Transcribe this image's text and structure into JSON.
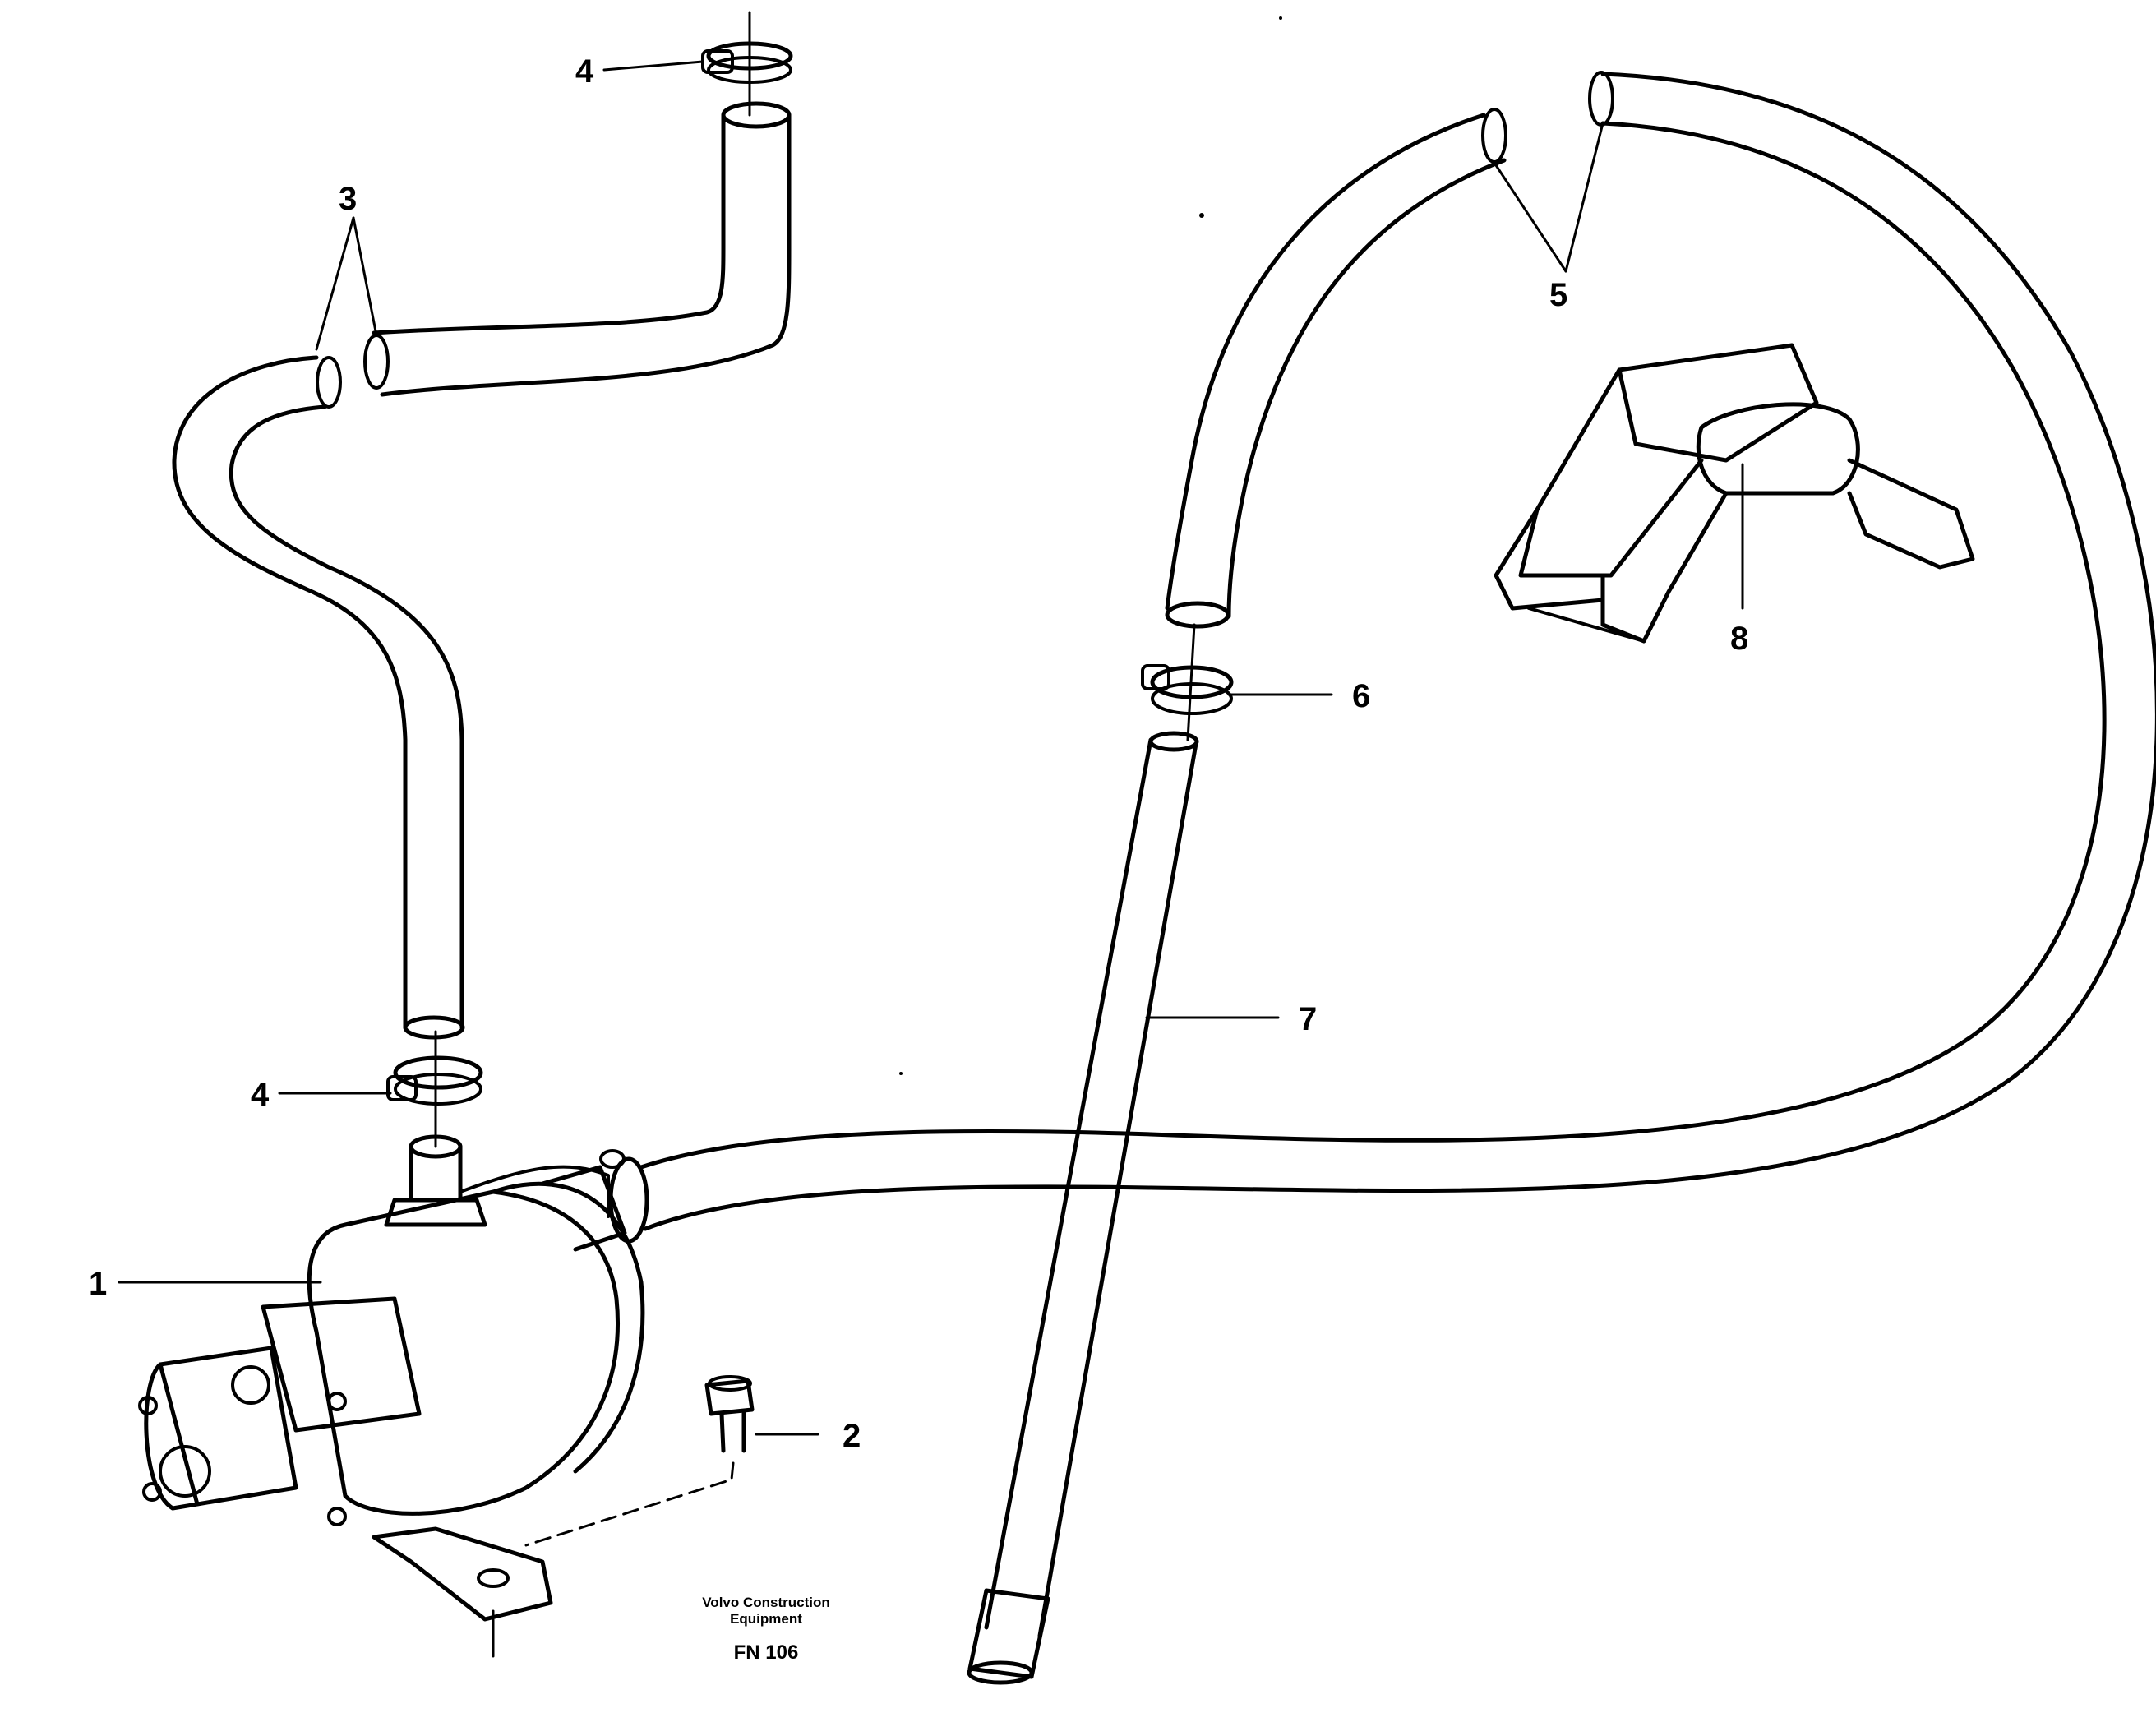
{
  "callouts": {
    "c1": "1",
    "c2": "2",
    "c3": "3",
    "c4_top": "4",
    "c4_bottom": "4",
    "c5": "5",
    "c6": "6",
    "c7": "7",
    "c8": "8"
  },
  "footer": {
    "line1": "Volvo Construction",
    "line2": "Equipment",
    "code": "FN 106"
  },
  "colors": {
    "line": "#000000",
    "background": "#ffffff"
  }
}
